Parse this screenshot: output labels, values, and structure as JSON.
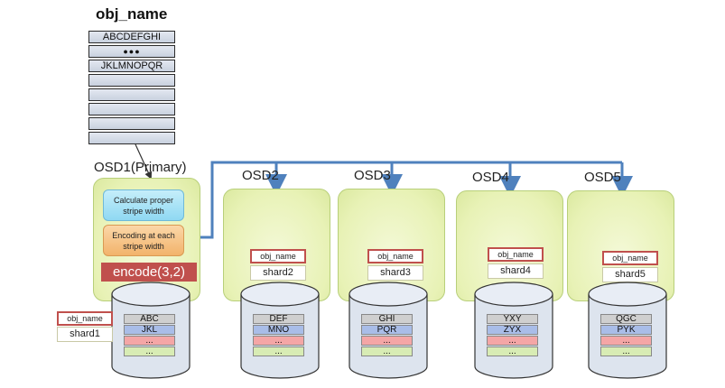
{
  "object": {
    "title": "obj_name",
    "rows": [
      "ABCDEFGHI",
      "●●●",
      "JKLMNOPQR",
      "",
      "",
      "",
      "",
      ""
    ]
  },
  "primary": {
    "label": "OSD1(Primary)",
    "step1": "Calculate proper stripe width",
    "step2": "Encoding at each stripe width",
    "encode": "encode(3,2)",
    "tag_name": "obj_name",
    "tag_shard": "shard1",
    "cells": [
      "ABC",
      "JKL",
      "...",
      "..."
    ]
  },
  "osds": [
    {
      "label": "OSD2",
      "tag_name": "obj_name",
      "tag_shard": "shard2",
      "cells": [
        "DEF",
        "MNO",
        "...",
        "..."
      ]
    },
    {
      "label": "OSD3",
      "tag_name": "obj_name",
      "tag_shard": "shard3",
      "cells": [
        "GHI",
        "PQR",
        "...",
        "..."
      ]
    },
    {
      "label": "OSD4",
      "tag_name": "obj_name",
      "tag_shard": "shard4",
      "cells": [
        "YXY",
        "ZYX",
        "...",
        "..."
      ]
    },
    {
      "label": "OSD5",
      "tag_name": "obj_name",
      "tag_shard": "shard5",
      "cells": [
        "QGC",
        "PYK",
        "...",
        "..."
      ]
    }
  ],
  "colors": {
    "arrow": "#4f81bd",
    "encode_bg": "#c0504d",
    "cell_data": "#cfcfcf",
    "cell_data2": "#a9bde8",
    "cell_parity1": "#f4a6a6",
    "cell_parity2": "#d8ecb4"
  }
}
